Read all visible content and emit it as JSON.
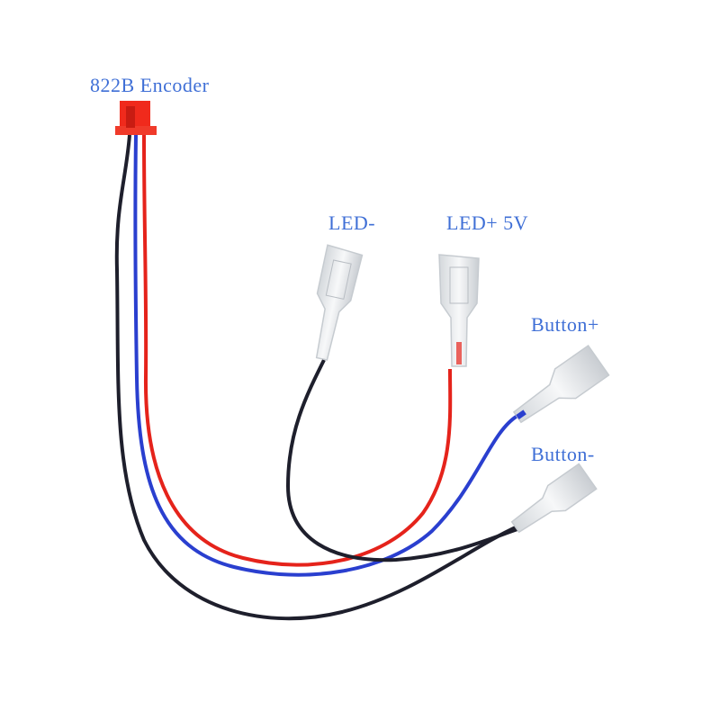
{
  "labels": {
    "encoder": "822B Encoder",
    "led_minus": "LED-",
    "led_plus": "LED+ 5V",
    "button_plus": "Button+",
    "button_minus": "Button-"
  },
  "colors": {
    "label": "#3f6fd6",
    "connector": "#f02a1c",
    "wire_black": "#1e1f2c",
    "wire_blue": "#2a3fcf",
    "wire_red": "#e5231b",
    "terminal": "#e9ecef"
  }
}
